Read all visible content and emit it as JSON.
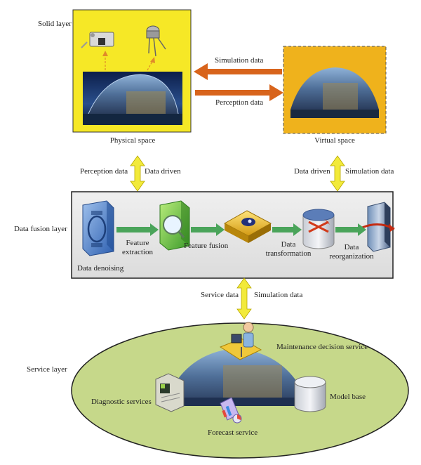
{
  "layers": {
    "solid": "Solid layer",
    "data_fusion": "Data fusion layer",
    "service": "Service layer"
  },
  "solid_layer": {
    "physical_space": "Physical space",
    "virtual_space": "Virtual space",
    "arrow_left_label": "Simulation data",
    "arrow_right_label": "Perception data"
  },
  "links_top": {
    "left_a": "Perception data",
    "left_b": "Data driven",
    "right_a": "Data driven",
    "right_b": "Simulation data"
  },
  "fusion_steps": {
    "denoising": "Data denoising",
    "feature_extraction_1": "Feature",
    "feature_extraction_2": "extraction",
    "feature_fusion": "Feature fusion",
    "transformation_1": "Data",
    "transformation_2": "transformation",
    "reorganization_1": "Data",
    "reorganization_2": "reorganization"
  },
  "links_bottom": {
    "left": "Service data",
    "right": "Simulation data"
  },
  "services": {
    "maintenance": "Maintenance decision service",
    "diagnostic": "Diagnostic services",
    "model_base": "Model base",
    "forecast": "Forecast service"
  },
  "colors": {
    "physical_bg": "#f6e826",
    "virtual_bg": "#efb21c",
    "orange_arrow": "#d8641c",
    "yellow_arrow": "#f2ea3a",
    "fusion_bg": "#e6e6e6",
    "green_arrow": "#4aa45a",
    "ellipse_fill": "#c6d88a"
  }
}
